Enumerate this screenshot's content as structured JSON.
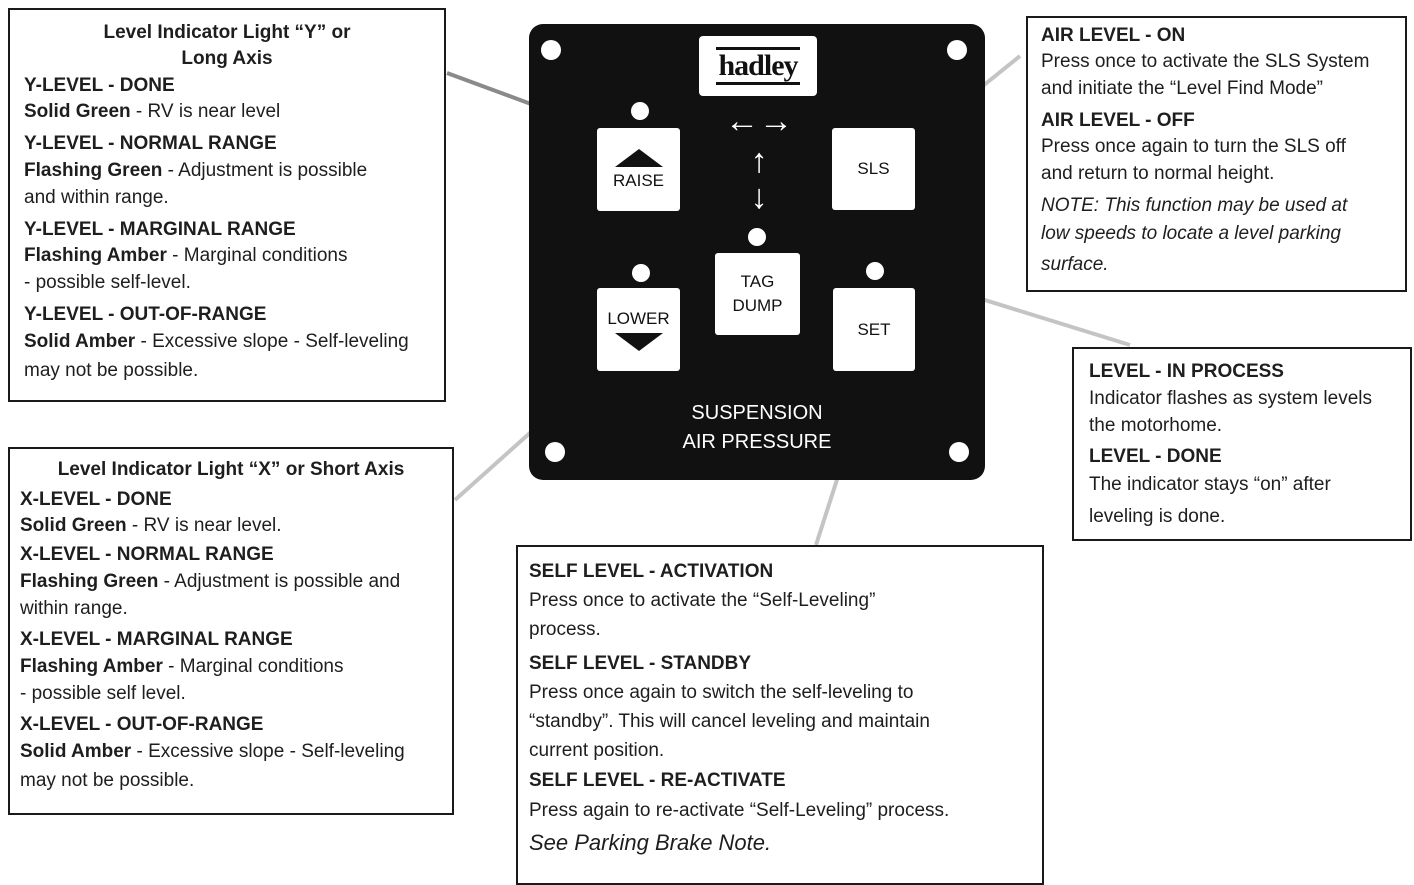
{
  "y_box": {
    "title_line1": "Level Indicator Light “Y” or",
    "title_line2": "Long Axis",
    "done_head": "Y-LEVEL - DONE",
    "done_bold": "Solid Green",
    "done_text": " - RV is near level",
    "normal_head": "Y-LEVEL - NORMAL RANGE",
    "normal_bold": "Flashing Green",
    "normal_text1": " - Adjustment is possible",
    "normal_text2": "and within range.",
    "marginal_head": "Y-LEVEL - MARGINAL RANGE",
    "marginal_bold": "Flashing Amber",
    "marginal_text1": " - Marginal conditions",
    "marginal_text2": "- possible self-level.",
    "out_head": "Y-LEVEL - OUT-OF-RANGE",
    "out_bold": "Solid Amber",
    "out_text1": " - Excessive slope - Self-leveling",
    "out_text2": "may not be possible."
  },
  "x_box": {
    "title": "Level Indicator Light “X” or Short Axis",
    "done_head": "X-LEVEL - DONE",
    "done_bold": "Solid Green",
    "done_text": " - RV is near level.",
    "normal_head": "X-LEVEL - NORMAL RANGE",
    "normal_bold": "Flashing Green",
    "normal_text1": " - Adjustment is possible and",
    "normal_text2": "within range.",
    "marginal_head": "X-LEVEL - MARGINAL RANGE",
    "marginal_bold": "Flashing Amber",
    "marginal_text1": " - Marginal conditions",
    "marginal_text2": "- possible self level.",
    "out_head": "X-LEVEL - OUT-OF-RANGE",
    "out_bold": "Solid Amber",
    "out_text1": " - Excessive slope - Self-leveling",
    "out_text2": "may not be possible."
  },
  "air_box": {
    "on_head": "AIR LEVEL - ON",
    "on_text1": "Press once to activate the SLS System",
    "on_text2": "and initiate the “Level Find Mode”",
    "off_head": "AIR LEVEL - OFF",
    "off_text1": "Press once again to turn the SLS off",
    "off_text2": "and return to normal height.",
    "note1": "NOTE: This function may be used at",
    "note2": "low speeds to locate a level parking",
    "note3": "surface."
  },
  "level_box": {
    "process_head": "LEVEL - IN PROCESS",
    "process_text1": "Indicator flashes as system levels",
    "process_text2": "the motorhome.",
    "done_head": "LEVEL - DONE",
    "done_text1": "The indicator stays “on” after",
    "done_text2": "leveling is done."
  },
  "self_box": {
    "act_head": "SELF LEVEL - ACTIVATION",
    "act_text1": "Press once to activate the “Self-Leveling”",
    "act_text2": "process.",
    "stby_head": "SELF LEVEL - STANDBY",
    "stby_text1": "Press once again to switch the self-leveling to",
    "stby_text2": "“standby”. This will cancel leveling and maintain",
    "stby_text3": "current position.",
    "re_head": "SELF LEVEL - RE-ACTIVATE",
    "re_text": "Press again to re-activate “Self-Leveling” process.",
    "see_note": "See Parking Brake Note."
  },
  "panel": {
    "logo": "hadley",
    "raise": "RAISE",
    "lower": "LOWER",
    "sls": "SLS",
    "set": "SET",
    "tag": "TAG",
    "dump": "DUMP",
    "label1": "SUSPENSION",
    "label2": "AIR PRESSURE",
    "horiz_arrow": "←→",
    "up_arrow": "↑",
    "down_arrow": "↓"
  }
}
